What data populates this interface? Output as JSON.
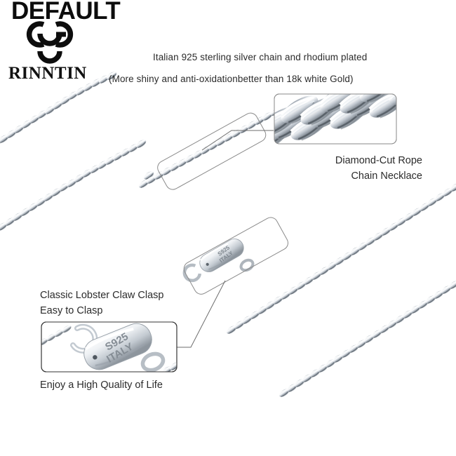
{
  "watermark": {
    "text": "DEFAULT"
  },
  "brand": {
    "name": "RINNTIN",
    "logo_icon": "trefoil-rings-logo-icon"
  },
  "header": {
    "line1": "Italian 925 sterling silver chain and rhodium plated",
    "line2": "(More shiny and anti-oxidationbetter than 18k white Gold)"
  },
  "callouts": {
    "rope": {
      "label_line1": "Diamond-Cut Rope",
      "label_line2": "Chain Necklace",
      "detail_icon": "rope-chain-macro-photo-icon"
    },
    "clasp": {
      "label_line1": "Classic Lobster Claw Clasp",
      "label_line2": "Easy to Clasp",
      "detail_icon": "lobster-clasp-macro-photo-icon",
      "stamp_line1": "S925",
      "stamp_line2": "ITALY"
    },
    "tagline": "Enjoy a High Quality of Life"
  },
  "product": {
    "main_clasp_stamp_line1": "S925",
    "main_clasp_stamp_line2": "ITALY"
  },
  "colors": {
    "background": "#ffffff",
    "text": "#2b2b2b",
    "watermark": "#0d0d0d",
    "box_border": "#8a8a8a",
    "leader_line": "#6e6e6e",
    "metal_light": "#ffffff",
    "metal_mid": "#c9ced4",
    "metal_dark": "#5a626b"
  }
}
